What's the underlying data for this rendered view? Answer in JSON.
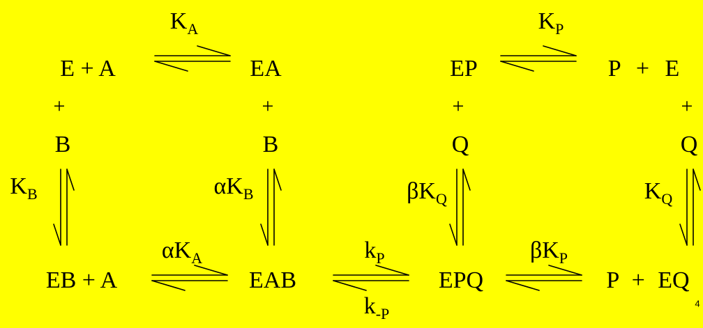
{
  "species": {
    "e_plus_a": "E + A",
    "ea": "EA",
    "ep": "EP",
    "p_plus_e": "P + E",
    "eb_plus_a": "EB + A",
    "eab": "EAB",
    "epq": "EPQ",
    "p_plus_eq": "P + EQ",
    "b_left": "B",
    "b_mid": "B",
    "q_mid": "Q",
    "q_right": "Q",
    "plus_1": "+",
    "plus_2": "+",
    "plus_3": "+",
    "plus_4": "+"
  },
  "constants": {
    "ka": {
      "main": "K",
      "sub": "A"
    },
    "kp": {
      "main": "K",
      "sub": "P"
    },
    "kb": {
      "main": "K",
      "sub": "B"
    },
    "alpha_kb": {
      "main": "αK",
      "sub": "B"
    },
    "beta_kq": {
      "main": "βK",
      "sub": "Q"
    },
    "kq": {
      "main": "K",
      "sub": "Q"
    },
    "alpha_ka": {
      "main": "αK",
      "sub": "A"
    },
    "k_fwd": {
      "main": "k",
      "sub": "P"
    },
    "k_rev": {
      "main": "k",
      "sub": "-P"
    },
    "beta_kp": {
      "main": "βK",
      "sub": "P"
    }
  },
  "page_number": "4"
}
